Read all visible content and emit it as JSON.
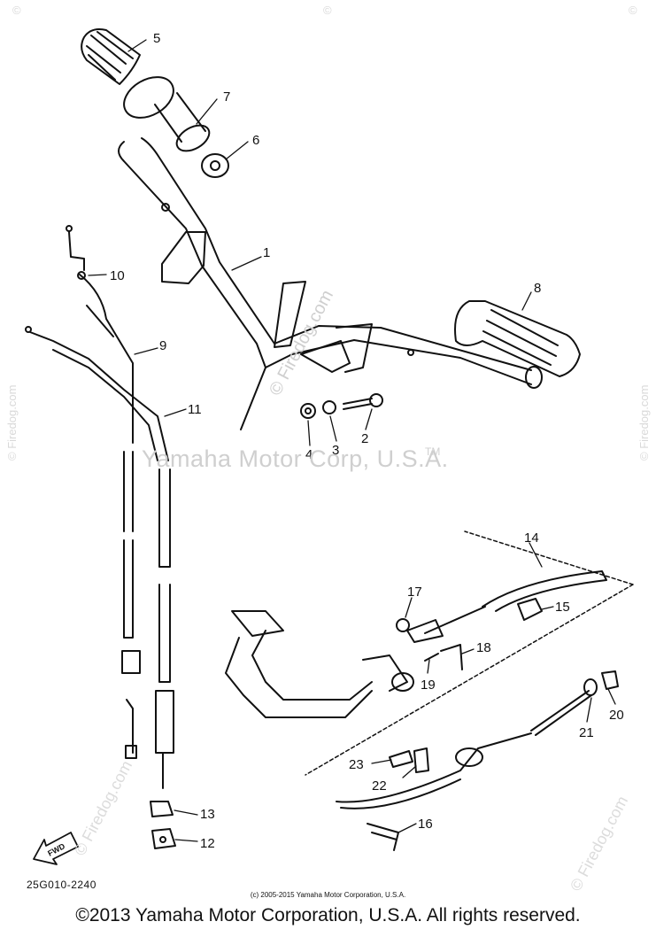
{
  "watermarks": {
    "center": "Yamaha Motor Corp, U.S.A.",
    "tm": "TM",
    "diagonal": "© Firedog.com",
    "corner": "©"
  },
  "drawing_code": "25G010-2240",
  "small_copyright": "(c) 2005-2015 Yamaha Motor Corporation, U.S.A.",
  "footer": "©2013 Yamaha Motor Corporation, U.S.A. All rights reserved.",
  "fwd_label": "FWD",
  "callouts": [
    "1",
    "2",
    "3",
    "4",
    "5",
    "6",
    "7",
    "8",
    "9",
    "10",
    "11",
    "12",
    "13",
    "14",
    "15",
    "16",
    "17",
    "18",
    "19",
    "20",
    "21",
    "22",
    "23"
  ],
  "colors": {
    "ink": "#111111",
    "watermark": "#cfcfcf"
  }
}
